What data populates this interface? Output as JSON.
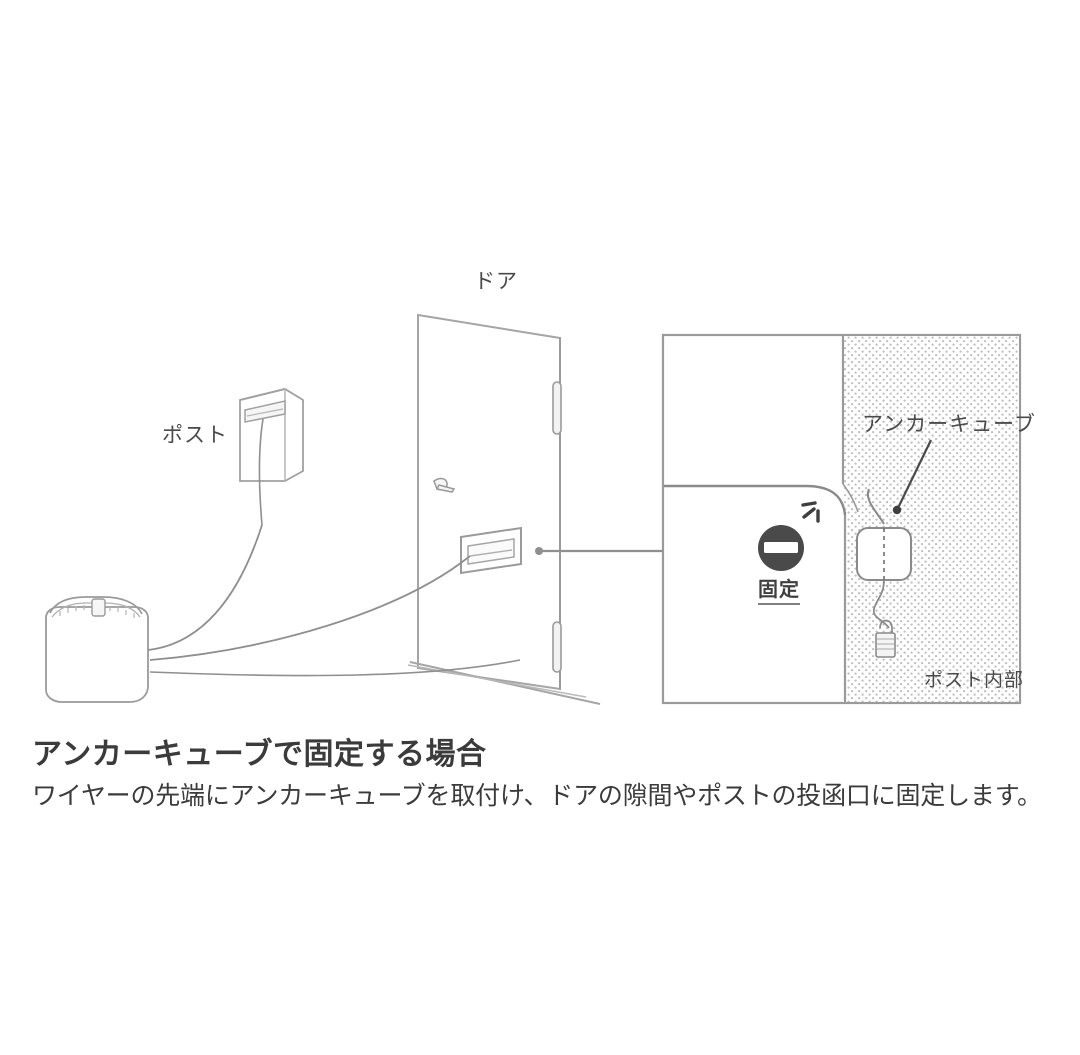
{
  "caption": {
    "title": "アンカーキューブで固定する場合",
    "body": "ワイヤーの先端にアンカーキューブを取付け、ドアの隙間やポストの投函口に固定します。"
  },
  "diagram": {
    "labels": {
      "post": "ポスト",
      "door": "ドア",
      "anchor_cube": "アンカーキューブ",
      "post_inside": "ポスト内部",
      "fix": "固定"
    },
    "icons": {
      "fix_badge": "dark-circle-minus-icon",
      "anchor_cube": "rounded-cube-icon",
      "padlock": "padlock-icon",
      "mail_slot": "mail-slot-icon",
      "door_handle": "door-handle-icon",
      "zipper_bag": "zipper-bag-icon",
      "mailbox": "mailbox-icon"
    },
    "colors": {
      "line": "#8a8a8a",
      "line_light": "#b4b4b4",
      "text": "#3b3b3b",
      "badge_fill": "#4a4a4a",
      "dot_pattern": "#b8b8b8",
      "background": "#ffffff"
    }
  }
}
